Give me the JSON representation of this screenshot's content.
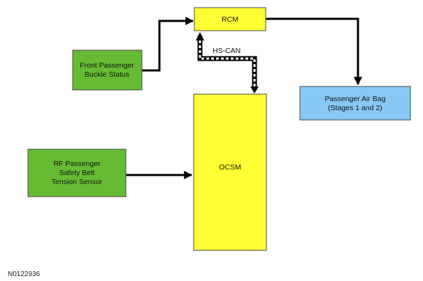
{
  "blocks": {
    "rcm": {
      "label": "RCM",
      "color": "#ffff33"
    },
    "front_passenger_buckle": {
      "lines": [
        "Front Passenger",
        "Buckle Status"
      ],
      "color": "#66bb33"
    },
    "passenger_air_bag": {
      "lines": [
        "Passenger Air Bag",
        "(Stages 1 and 2)"
      ],
      "color": "#88c8f4"
    },
    "rf_tension_sensor": {
      "lines": [
        "RF Passenger",
        "Safety Belt",
        "Tension Sensor"
      ],
      "color": "#66bb33"
    },
    "ocsm": {
      "label": "OCSM",
      "color": "#ffff33"
    }
  },
  "connections": {
    "hs_can_label": "HS-CAN"
  },
  "figure_id": "N0122936"
}
